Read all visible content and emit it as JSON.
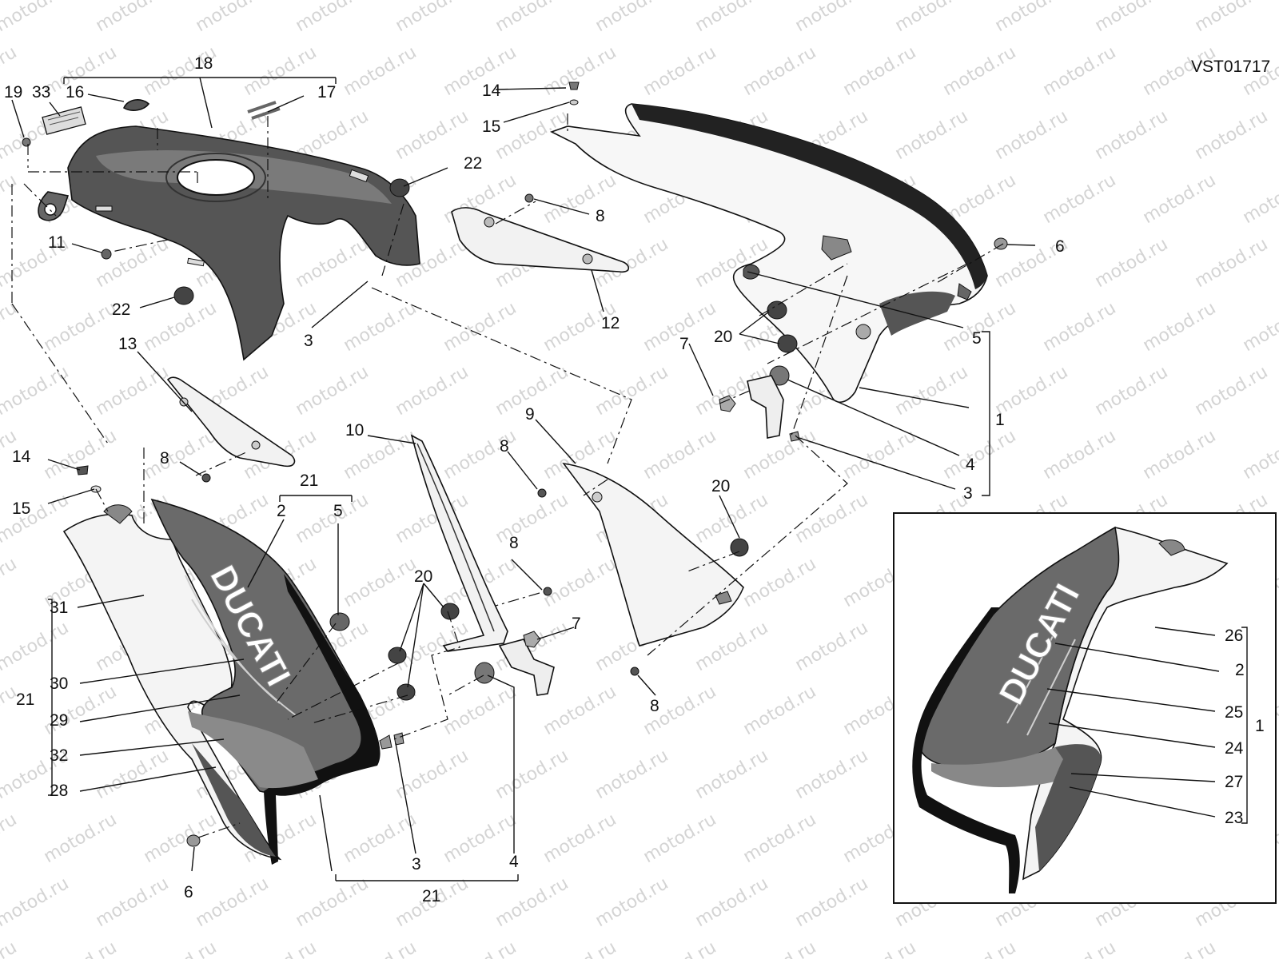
{
  "drawing_code": "VST01717",
  "watermark": "motod.ru",
  "brand_text": "DUCATI",
  "callouts": {
    "c1a": "1",
    "c1b": "1",
    "c2a": "2",
    "c2b": "2",
    "c3a": "3",
    "c3b": "3",
    "c3c": "3",
    "c4a": "4",
    "c4b": "4",
    "c5a": "5",
    "c5b": "5",
    "c6a": "6",
    "c6b": "6",
    "c7a": "7",
    "c7b": "7",
    "c8a": "8",
    "c8b": "8",
    "c8c": "8",
    "c8d": "8",
    "c8e": "8",
    "c9": "9",
    "c10": "10",
    "c11": "11",
    "c12": "12",
    "c13": "13",
    "c14a": "14",
    "c14b": "14",
    "c15a": "15",
    "c15b": "15",
    "c16": "16",
    "c17": "17",
    "c18": "18",
    "c19": "19",
    "c20a": "20",
    "c20b": "20",
    "c20c": "20",
    "c21a": "21",
    "c21b": "21",
    "c21c": "21",
    "c22a": "22",
    "c22b": "22",
    "c23": "23",
    "c24": "24",
    "c25": "25",
    "c26": "26",
    "c27": "27",
    "c28": "28",
    "c29": "29",
    "c30": "30",
    "c31": "31",
    "c32": "32",
    "c33": "33"
  }
}
